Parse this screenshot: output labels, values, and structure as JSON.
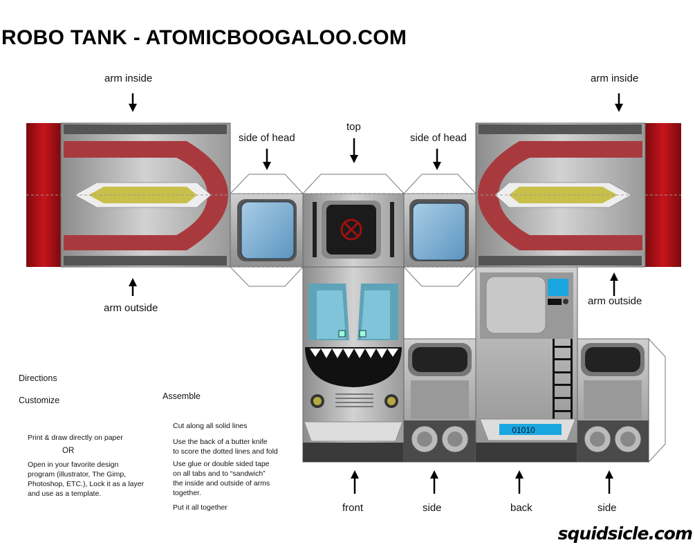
{
  "title": "ROBO TANK - ATOMICBOOGALOO.COM",
  "labels": {
    "arm_inside_left": "arm inside",
    "arm_inside_right": "arm inside",
    "side_of_head_left": "side of head",
    "top": "top",
    "side_of_head_right": "side of head",
    "arm_outside_left": "arm outside",
    "arm_outside_right": "arm outside",
    "front": "front",
    "side_left": "side",
    "back": "back",
    "side_right": "side"
  },
  "back_display": "01010",
  "directions": {
    "heading": "Directions",
    "customize": {
      "heading": "Customize",
      "step1": "Print & draw directly on paper",
      "or": "OR",
      "step2_lines": [
        "Open in your favorite design",
        "program (illustrator, The Gimp,",
        "Photoshop, ETC.),  Lock it as a layer",
        "and use as a template."
      ]
    },
    "assemble": {
      "heading": "Assemble",
      "step1": "Cut along all solid lines",
      "step2_lines": [
        "Use the back of a butter knife",
        "to score the dotted lines and fold"
      ],
      "step3_lines": [
        "Use glue or double sided tape",
        "on all tabs and to “sandwich”",
        "the inside and outside of arms",
        "together."
      ],
      "step4": "Put it all together"
    }
  },
  "brand": "squidsicle.com",
  "colors": {
    "red": "#b0141a",
    "blue_screen": "#1aa7e0",
    "window": "#7fb4d6",
    "gray": "#a9a9a9"
  }
}
